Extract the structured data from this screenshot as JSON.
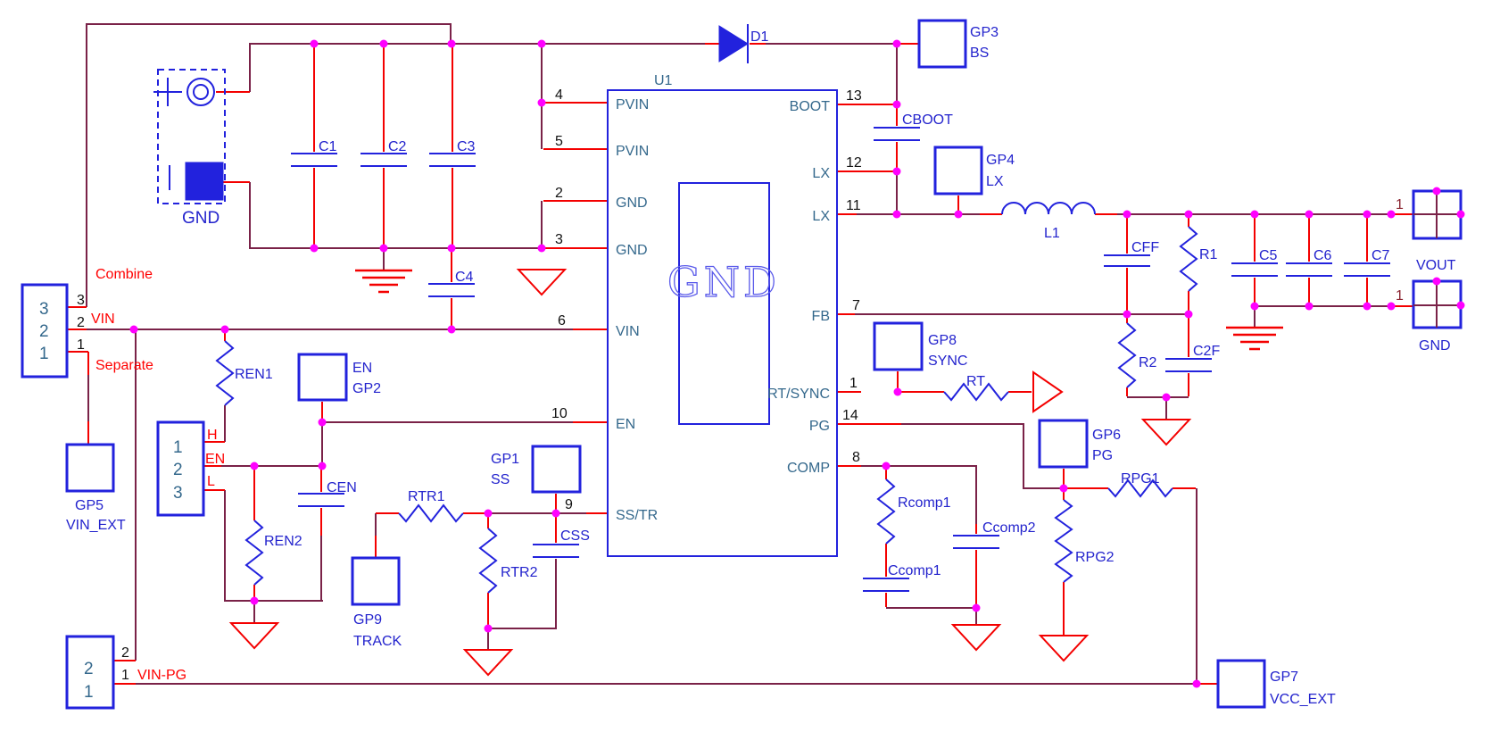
{
  "ic": {
    "ref": "U1",
    "ground_box_label": "GND",
    "pins_left": [
      {
        "num": "4",
        "name": "PVIN"
      },
      {
        "num": "5",
        "name": "PVIN"
      },
      {
        "num": "2",
        "name": "GND"
      },
      {
        "num": "3",
        "name": "GND"
      },
      {
        "num": "6",
        "name": "VIN"
      },
      {
        "num": "10",
        "name": "EN"
      },
      {
        "num": "9",
        "name": "SS/TR"
      }
    ],
    "pins_right": [
      {
        "num": "13",
        "name": "BOOT"
      },
      {
        "num": "12",
        "name": "LX"
      },
      {
        "num": "11",
        "name": "LX"
      },
      {
        "num": "7",
        "name": "FB"
      },
      {
        "num": "1",
        "name": "RT/SYNC"
      },
      {
        "num": "14",
        "name": "PG"
      },
      {
        "num": "8",
        "name": "COMP"
      }
    ]
  },
  "parts": {
    "d1": "D1",
    "c1": "C1",
    "c2": "C2",
    "c3": "C3",
    "c4": "C4",
    "cboot": "CBOOT",
    "l1": "L1",
    "cff": "CFF",
    "r1": "R1",
    "c5": "C5",
    "c6": "C6",
    "c7": "C7",
    "r2": "R2",
    "c2f": "C2F",
    "rt": "RT",
    "rpg1": "RPG1",
    "rpg2": "RPG2",
    "rcomp1": "Rcomp1",
    "ccomp1": "Ccomp1",
    "ccomp2": "Ccomp2",
    "ren1": "REN1",
    "ren2": "REN2",
    "cen": "CEN",
    "rtr1": "RTR1",
    "rtr2": "RTR2",
    "css": "CSS"
  },
  "tp": {
    "gp1": [
      "GP1",
      "SS"
    ],
    "gp2": [
      "EN",
      "GP2"
    ],
    "gp3": [
      "GP3",
      "BS"
    ],
    "gp4": [
      "GP4",
      "LX"
    ],
    "gp5": [
      "GP5",
      "VIN_EXT"
    ],
    "gp6": [
      "GP6",
      "PG"
    ],
    "gp7": [
      "GP7",
      "VCC_EXT"
    ],
    "gp8": [
      "GP8",
      "SYNC"
    ],
    "gp9": [
      "GP9",
      "TRACK"
    ]
  },
  "conn": {
    "vin": {
      "inner": [
        "3",
        "2",
        "1"
      ],
      "outer": [
        "3",
        "2",
        "1"
      ],
      "combine": "Combine",
      "net": "VIN",
      "separate": "Separate"
    },
    "en": {
      "inner": [
        "1",
        "2",
        "3"
      ],
      "nets": [
        "H",
        "EN",
        "L"
      ]
    },
    "vinpg": {
      "inner": [
        "2",
        "1"
      ],
      "outer": [
        "2",
        "1"
      ],
      "net": "VIN-PG"
    },
    "vout": {
      "pin": "1",
      "label": "VOUT"
    },
    "gnd": {
      "pin": "1",
      "label": "GND"
    }
  },
  "battery": {
    "label": "GND"
  },
  "colors": {
    "wire": "#7a2248",
    "lead": "#f40000",
    "symbol": "#2222dd",
    "junction": "#ff00ff",
    "net_text": "#ff0000",
    "pin_text": "#34688c",
    "number_text": "#111111"
  }
}
